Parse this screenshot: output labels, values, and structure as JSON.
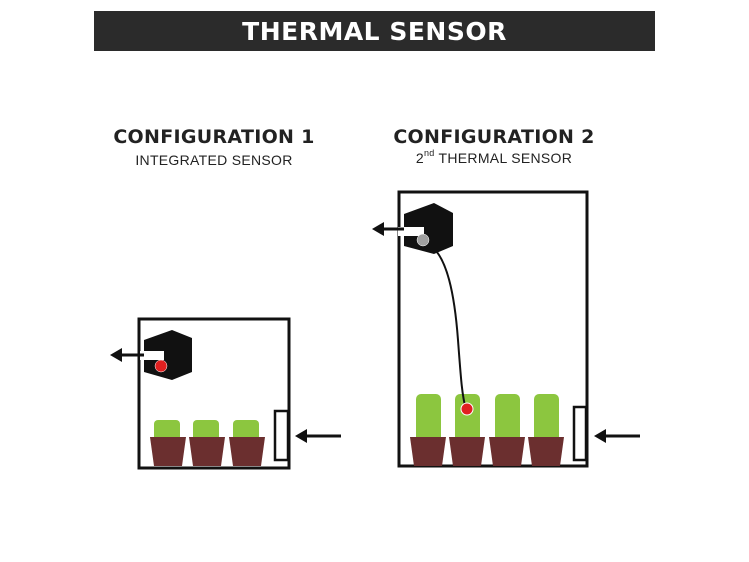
{
  "title": "THERMAL SENSOR",
  "config1": {
    "title": "CONFIGURATION 1",
    "subtitle": "INTEGRATED SENSOR"
  },
  "config2": {
    "title": "CONFIGURATION 2",
    "subtitle_sup": "nd",
    "subtitle_num": "2",
    "subtitle_rest": " THERMAL SENSOR"
  },
  "colors": {
    "banner": "#2b2b2b",
    "pot": "#6b2f2f",
    "plant": "#8cc63f",
    "sensor_dot": "#e02020",
    "fan_sensor_dot": "#a0a0a0",
    "outline": "#111111"
  },
  "icons": [
    "exhaust-fan-icon",
    "intake-vent-icon",
    "arrow-left-icon",
    "plant-pot-icon",
    "sensor-dot-icon"
  ]
}
